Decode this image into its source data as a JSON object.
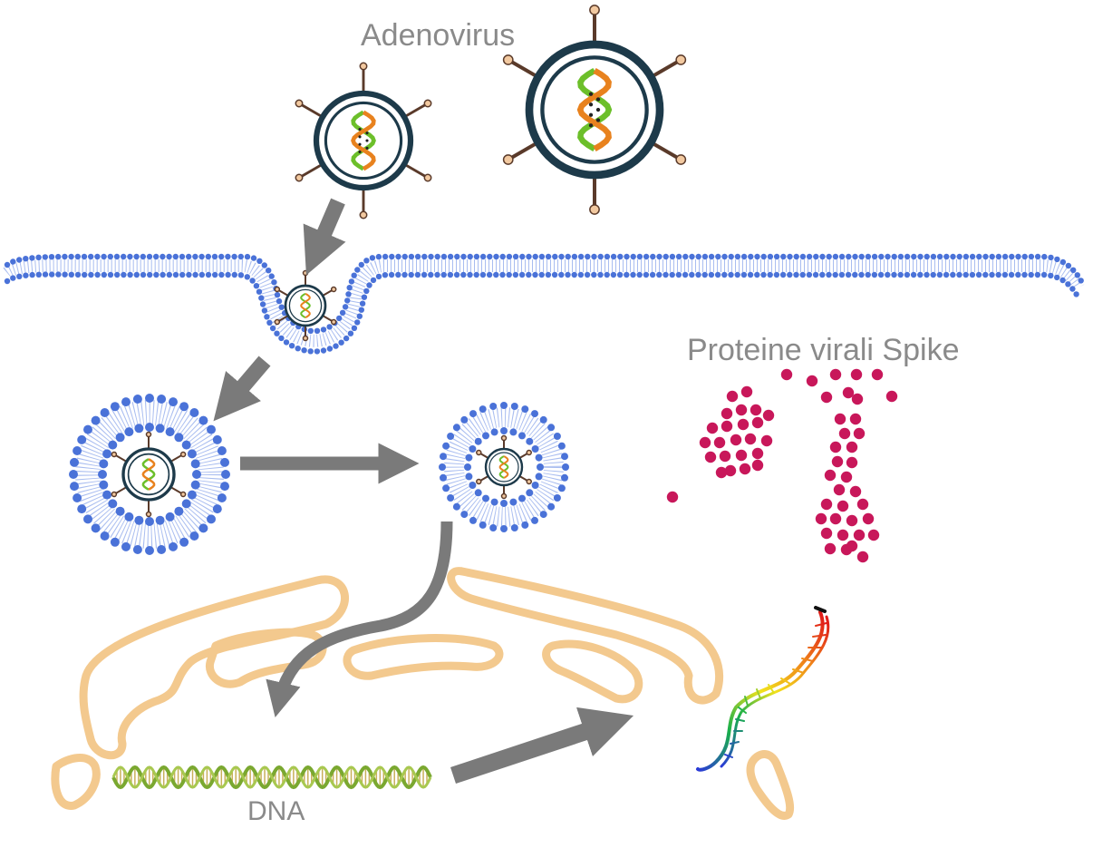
{
  "labels": {
    "adenovirus": "Adenovirus",
    "spike": "Proteine virali Spike",
    "dna": "DNA"
  },
  "colors": {
    "membrane": "#4a72d8",
    "membrane_tail": "#a9bdf0",
    "virus_ring": "#1d3a4a",
    "spike_stem": "#5a3a2a",
    "spike_tip": "#f2c9a0",
    "dna_orange": "#e8821e",
    "dna_green": "#6cbf2a",
    "arrow": "#7a7a7a",
    "er": "#f3c98e",
    "spike_protein": "#c8175a",
    "label": "#8a8a8a"
  },
  "icons": [
    "adenovirus-icon",
    "dna-helix-icon",
    "mrna-strand-icon",
    "lipid-membrane-icon",
    "endosome-icon",
    "endoplasmic-reticulum-icon"
  ]
}
